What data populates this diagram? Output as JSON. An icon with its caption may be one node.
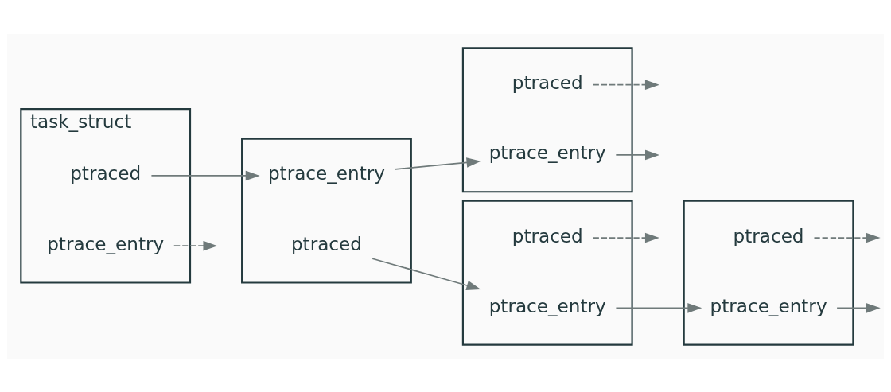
{
  "diagram": {
    "nodes": [
      {
        "text": [
          "task_struct"
        ]
      },
      {
        "text": [
          "ptrace_entry"
        ],
        "in": 0
      },
      {
        "text": [
          "ptraced"
        ],
        "in": 0
      },
      {
        "text": [],
        "shape": "box"
      },
      {
        "text": [
          "ptrace_entry"
        ],
        "in": 3
      },
      {
        "text": [
          "ptraced"
        ],
        "in": 3
      },
      {
        "text": [],
        "shape": "box"
      },
      {
        "text": [
          "ptrace_entry"
        ],
        "in": 6
      },
      {
        "text": [
          "ptraced"
        ],
        "in": 6
      },
      {
        "text": [],
        "shape": "box"
      },
      {
        "text": [
          "ptrace_entry"
        ],
        "in": 9
      },
      {
        "text": [
          "ptraced"
        ],
        "in": 9
      },
      {
        "text": [],
        "shape": "box"
      },
      {
        "text": [
          "ptrace_entry"
        ],
        "in": 12
      },
      {
        "text": [
          "ptraced"
        ],
        "in": 12
      }
    ],
    "edges": [
      {
        "from": 1,
        "to": null,
        "arrow": "to",
        "style": "dashed"
      },
      {
        "from": 2,
        "to": 4,
        "arrow": "to"
      },
      {
        "from": 4,
        "to": 13,
        "arrow": "to"
      },
      {
        "from": 5,
        "to": 7,
        "arrow": "to"
      },
      {
        "from": 7,
        "to": 10,
        "arrow": "to"
      },
      {
        "from": 8,
        "to": null,
        "arrow": "to",
        "style": "dashed"
      },
      {
        "from": 10,
        "to": null,
        "arrow": "to"
      },
      {
        "from": 11,
        "to": null,
        "arrow": "to",
        "style": "dashed"
      },
      {
        "from": 13,
        "to": null,
        "arrow": "to"
      },
      {
        "from": 14,
        "to": null,
        "arrow": "to",
        "style": "dashed"
      }
    ]
  }
}
